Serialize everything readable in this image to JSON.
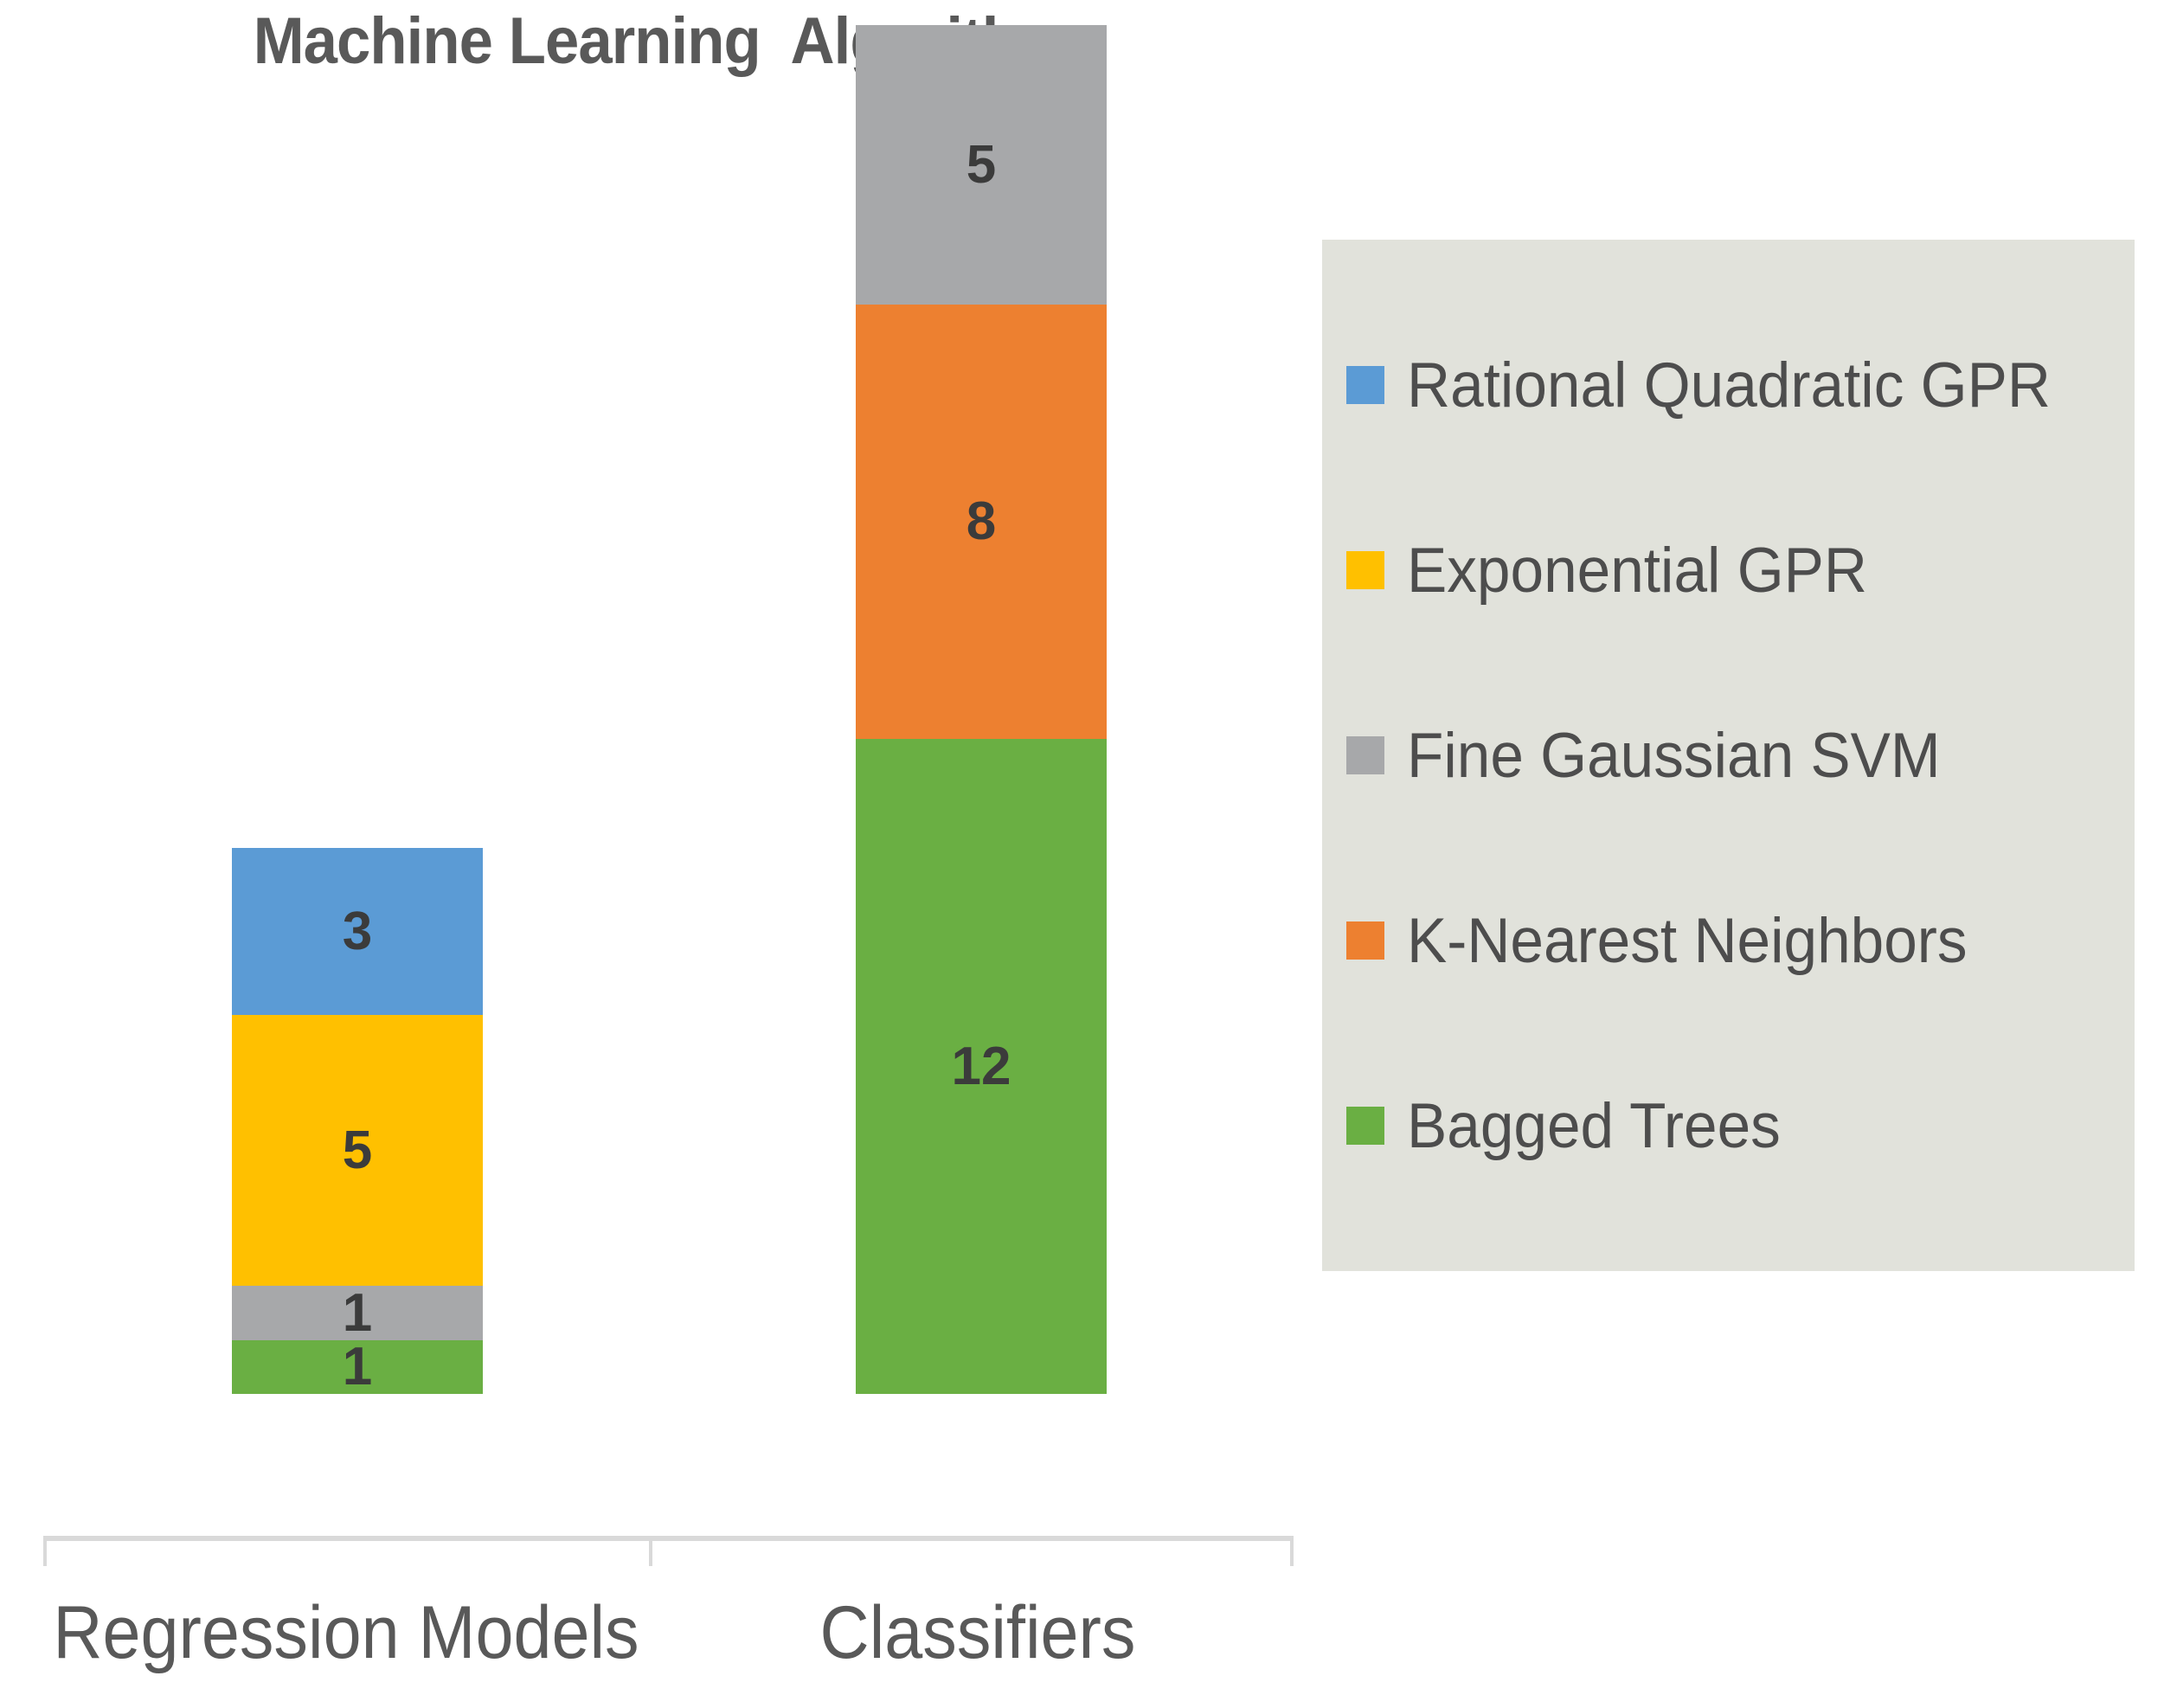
{
  "chart_data": {
    "type": "bar",
    "subtype": "stacked-column",
    "title": "Machine Learning  Algorithms",
    "xlabel": "",
    "ylabel": "",
    "categories": [
      "Regression Models",
      "Classifiers"
    ],
    "series": [
      {
        "name": "Bagged Trees",
        "color": "#6aaf43",
        "values": [
          1,
          12
        ]
      },
      {
        "name": "K-Nearest Neighbors",
        "color": "#ed8030",
        "values": [
          0,
          8
        ]
      },
      {
        "name": "Fine Gaussian SVM",
        "color": "#a7a8aa",
        "values": [
          1,
          5
        ]
      },
      {
        "name": "Exponential GPR",
        "color": "#ffc000",
        "values": [
          5,
          0
        ]
      },
      {
        "name": "Rational Quadratic GPR",
        "color": "#5b9bd5",
        "values": [
          3,
          0
        ]
      }
    ],
    "stack_totals": [
      10,
      25
    ],
    "ylim": [
      0,
      25
    ],
    "grid": false,
    "legend_position": "right",
    "legend_entries": [
      "Rational Quadratic GPR",
      "Exponential GPR",
      "Fine Gaussian SVM",
      "K-Nearest Neighbors",
      "Bagged Trees"
    ],
    "data_labels": {
      "Regression Models": [
        {
          "series": "Rational Quadratic GPR",
          "label": "3"
        },
        {
          "series": "Exponential GPR",
          "label": "5"
        },
        {
          "series": "Fine Gaussian SVM",
          "label": "1"
        },
        {
          "series": "Bagged Trees",
          "label": "1"
        }
      ],
      "Classifiers": [
        {
          "series": "Fine Gaussian SVM",
          "label": "5"
        },
        {
          "series": "K-Nearest Neighbors",
          "label": "8"
        },
        {
          "series": "Bagged Trees",
          "label": "12"
        }
      ]
    }
  },
  "title": {
    "text": "Machine Learning  Algorithms"
  },
  "axis": {
    "categories": [
      "Regression Models",
      "Classifiers"
    ]
  },
  "bars": {
    "regression": {
      "name": "Regression Models",
      "segments": [
        {
          "name": "Bagged Trees",
          "value": "1",
          "color": "#6aaf43",
          "px": 62
        },
        {
          "name": "Fine Gaussian SVM",
          "value": "1",
          "color": "#a7a8aa",
          "px": 63
        },
        {
          "name": "Exponential GPR",
          "value": "5",
          "color": "#ffc000",
          "px": 313
        },
        {
          "name": "Rational Quadratic GPR",
          "value": "3",
          "color": "#5b9bd5",
          "px": 193
        }
      ]
    },
    "classifiers": {
      "name": "Classifiers",
      "segments": [
        {
          "name": "Bagged Trees",
          "value": "12",
          "color": "#6aaf43",
          "px": 757
        },
        {
          "name": "K-Nearest Neighbors",
          "value": "8",
          "color": "#ed8030",
          "px": 502
        },
        {
          "name": "Fine Gaussian SVM",
          "value": "5",
          "color": "#a7a8aa",
          "px": 323
        }
      ]
    }
  },
  "legend": {
    "background": "#e1e2db",
    "items": [
      {
        "label": "Rational Quadratic GPR",
        "color": "#5b9bd5"
      },
      {
        "label": "Exponential GPR",
        "color": "#ffc000"
      },
      {
        "label": "Fine Gaussian SVM",
        "color": "#a7a8aa"
      },
      {
        "label": "K-Nearest Neighbors",
        "color": "#ed8030"
      },
      {
        "label": "Bagged Trees",
        "color": "#6aaf43"
      }
    ]
  },
  "colors": {
    "title_text": "#595959",
    "label_text": "#3b3b3b",
    "axis_line": "#d9d9d9",
    "legend_bg": "#e1e2db",
    "background": "#ffffff"
  }
}
